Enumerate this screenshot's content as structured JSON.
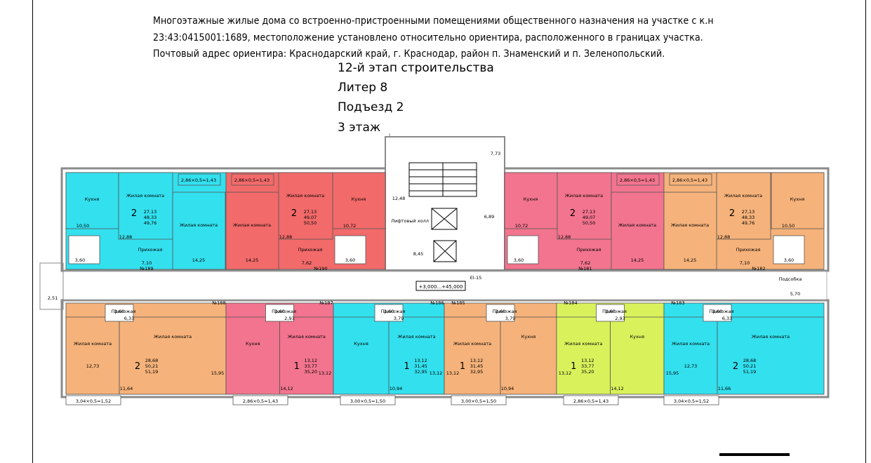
{
  "header": {
    "line1": "Многоэтажные жилые дома со встроенно-пристроенными помещениями общественного назначения на участке с к.н",
    "line2": "23:43:0415001:1689, местоположение установлено относительно ориентира, расположенного в границах участка.",
    "line3": "Почтовый адрес ориентира: Краснодарский край, г. Краснодар, район п. Знаменский и п. Зеленопольский.",
    "stage": "12-й этап строительства",
    "liter": "Литер 8",
    "entrance": "Подъезд 2",
    "floor": "3 этаж"
  },
  "colors": {
    "cyan": "#33e0ee",
    "orange": "#f5b27a",
    "red": "#f26a6a",
    "pink": "#f2748e",
    "lime": "#d9f25c",
    "wall": "#8a8a8a"
  },
  "labels": {
    "kitchen": "Кухня",
    "living": "Жилая комната",
    "hall": "Прихожая",
    "lift_hall": "Лифтовый холл",
    "podsobka": "Подсобка",
    "elevation": "+3,000...+45,000",
    "el": "El-15"
  },
  "top_apartments": [
    {
      "num": "№189",
      "rooms": "2",
      "areas": [
        "27,13",
        "48,33",
        "49,76"
      ],
      "kitchen": "10,50",
      "living1": "12,88",
      "living2": "14,25",
      "hall": "7,10",
      "bath": "3,60",
      "balcony": "2,86×0,5=1,43"
    },
    {
      "num": "№190",
      "rooms": "2",
      "areas": [
        "27,13",
        "49,07",
        "50,50"
      ],
      "kitchen": "10,72",
      "living1": "12,88",
      "living2": "14,25",
      "hall": "7,62",
      "bath": "3,60",
      "balcony": "2,86×0,5=1,43"
    },
    {
      "num": "№181",
      "rooms": "2",
      "areas": [
        "27,13",
        "49,07",
        "50,50"
      ],
      "kitchen": "10,72",
      "living1": "12,88",
      "living2": "14,25",
      "hall": "7,62",
      "bath": "3,60",
      "balcony": "2,86×0,5=1,43"
    },
    {
      "num": "№182",
      "rooms": "2",
      "areas": [
        "27,13",
        "48,33",
        "49,76"
      ],
      "kitchen": "10,50",
      "living1": "12,88",
      "living2": "14,25",
      "hall": "7,10",
      "bath": "3,60",
      "balcony": "2,86×0,5=1,43"
    }
  ],
  "bottom_apartments": [
    {
      "num": "№188",
      "rooms": "2",
      "areas": [
        "28,68",
        "50,21",
        "51,19"
      ],
      "kitchen": "11,64",
      "living1": "15,95",
      "living2": "12,73",
      "hall": "6,33",
      "bath": "3,60",
      "balcony": "3,04×0,5=1,52"
    },
    {
      "num": "№187",
      "rooms": "1",
      "areas": [
        "13,12",
        "33,77",
        "35,20"
      ],
      "kitchen": "14,12",
      "living1": "13,12",
      "hall": "2,93",
      "bath": "3,60",
      "balcony": "2,86×0,5=1,43"
    },
    {
      "num": "№186",
      "rooms": "1",
      "areas": [
        "13,12",
        "31,45",
        "32,95"
      ],
      "kitchen": "10,94",
      "living1": "13,12",
      "hall": "3,79",
      "bath": "3,60",
      "balcony": "3,00×0,5=1,50"
    },
    {
      "num": "№185",
      "rooms": "1",
      "areas": [
        "13,12",
        "31,45",
        "32,95"
      ],
      "kitchen": "10,94",
      "living1": "13,12",
      "hall": "3,79",
      "bath": "3,60",
      "balcony": "3,00×0,5=1,50"
    },
    {
      "num": "№184",
      "rooms": "1",
      "areas": [
        "13,12",
        "33,77",
        "35,20"
      ],
      "kitchen": "14,12",
      "living1": "13,12",
      "hall": "2,93",
      "bath": "3,60",
      "balcony": "2,86×0,5=1,43"
    },
    {
      "num": "№183",
      "rooms": "2",
      "areas": [
        "28,68",
        "50,21",
        "51,19"
      ],
      "kitchen": "11,66",
      "living1": "15,95",
      "living2": "12,73",
      "hall": "6,33",
      "bath": "3,60",
      "balcony": "3,04×0,5=1,52"
    }
  ],
  "core": {
    "stair_area": "12,48",
    "dim_top": "7,73",
    "corridor_a": "6,89",
    "corridor_b": "8,45",
    "left_dim": "2,51",
    "podsobka_area": "5,70"
  }
}
